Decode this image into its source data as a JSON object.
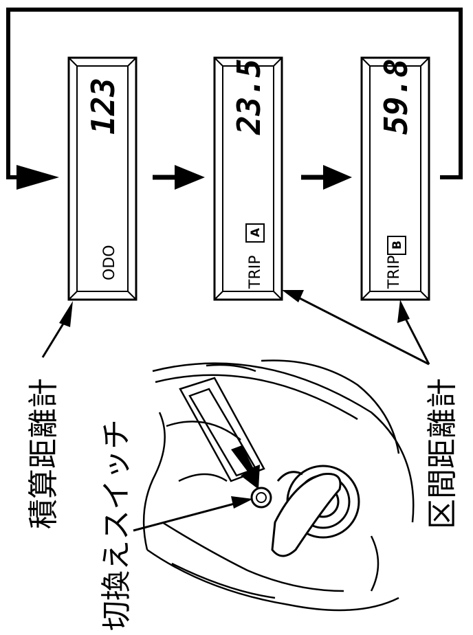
{
  "displays": [
    {
      "mode_label": "ODO",
      "mode_suffix": "",
      "value": "123"
    },
    {
      "mode_label": "TRIP",
      "mode_suffix": "A",
      "value": "23.5"
    },
    {
      "mode_label": "TRIP",
      "mode_suffix": "B",
      "value": "59.8"
    }
  ],
  "labels": {
    "odometer": "積算距離計",
    "trip_meter": "区間距離計",
    "select_switch": "切換えスイッチ"
  }
}
